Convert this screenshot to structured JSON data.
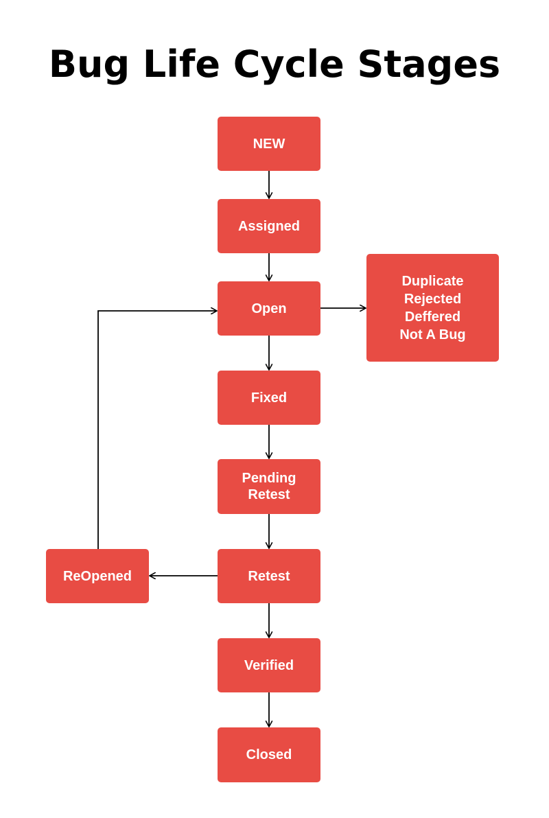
{
  "title": "Bug Life Cycle Stages",
  "colors": {
    "node_fill": "#e84c44",
    "node_text": "#ffffff",
    "connector": "#000000",
    "title_text": "#000000"
  },
  "nodes": {
    "new": "NEW",
    "assigned": "Assigned",
    "open": "Open",
    "fixed": "Fixed",
    "pending_retest": "Pending\nRetest",
    "retest": "Retest",
    "verified": "Verified",
    "closed": "Closed",
    "reopened": "ReOpened",
    "terminal_states": "Duplicate\nRejected\nDeffered\nNot A Bug"
  },
  "edges": [
    {
      "from": "NEW",
      "to": "Assigned"
    },
    {
      "from": "Assigned",
      "to": "Open"
    },
    {
      "from": "Open",
      "to": "Duplicate / Rejected / Deffered / Not A Bug"
    },
    {
      "from": "Open",
      "to": "Fixed"
    },
    {
      "from": "Fixed",
      "to": "Pending Retest"
    },
    {
      "from": "Pending Retest",
      "to": "Retest"
    },
    {
      "from": "Retest",
      "to": "ReOpened"
    },
    {
      "from": "ReOpened",
      "to": "Open"
    },
    {
      "from": "Retest",
      "to": "Verified"
    },
    {
      "from": "Verified",
      "to": "Closed"
    }
  ]
}
